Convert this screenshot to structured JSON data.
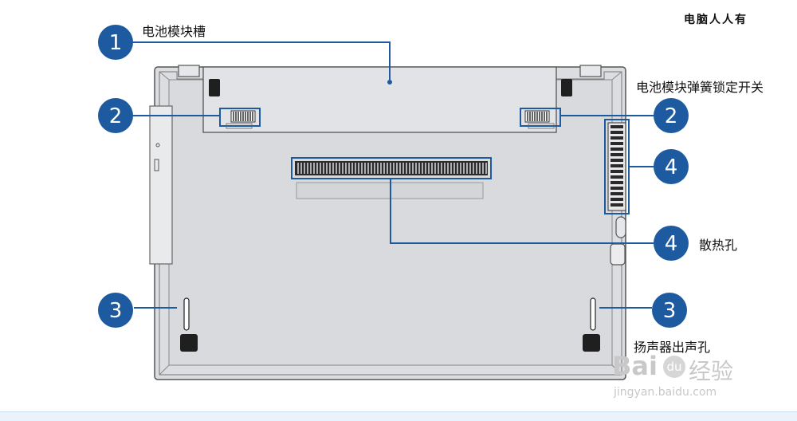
{
  "labels": {
    "battery_slot": "电池模块槽",
    "battery_lock": "电池模块弹簧锁定开关",
    "vents": "散热孔",
    "speakers": "扬声器出声孔"
  },
  "brand_text": "电脑人人有",
  "callouts": [
    "1",
    "2",
    "2",
    "4",
    "3",
    "4",
    "3"
  ],
  "watermark": {
    "brand": "Bai",
    "paw": "du",
    "cn": "经验",
    "url": "jingyan.baidu.com"
  },
  "colors": {
    "callout": "#1d5aa0",
    "line": "#1d5aa0",
    "body": "#dcdde0",
    "outline": "#555555"
  }
}
